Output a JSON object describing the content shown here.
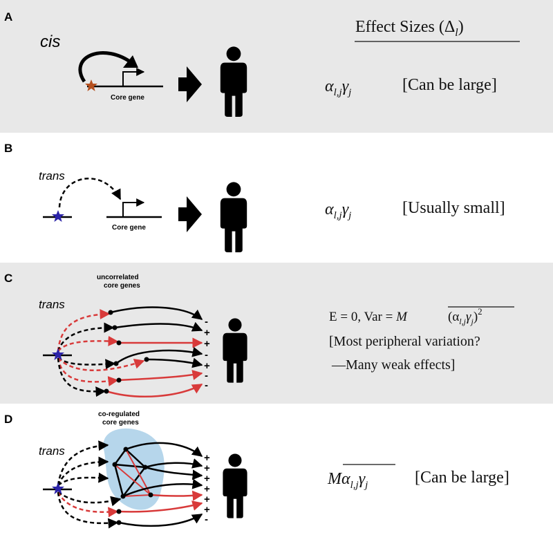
{
  "header": {
    "effect_sizes_title": "Effect Sizes (Δ",
    "effect_sizes_sub": "l",
    "effect_sizes_close": ")"
  },
  "panel_a": {
    "label": "A",
    "regulation_label": "cis",
    "gene_label": "Core gene",
    "effect_alpha": "α",
    "effect_alpha_sub": "l,j",
    "effect_gamma": "γ",
    "effect_gamma_sub": "j",
    "note": "[Can be large]"
  },
  "panel_b": {
    "label": "B",
    "regulation_label": "trans",
    "gene_label": "Core gene",
    "effect_alpha": "α",
    "effect_alpha_sub": "l,j",
    "effect_gamma": "γ",
    "effect_gamma_sub": "j",
    "note": "[Usually small]"
  },
  "panel_c": {
    "label": "C",
    "group_label_1": "uncorrelated",
    "group_label_2": "core genes",
    "regulation_label": "trans",
    "signs": [
      "-",
      "+",
      "+",
      "-",
      "+",
      "-",
      "-"
    ],
    "formula_left": "E = 0,  Var = ",
    "formula_M": "M",
    "formula_inner": "(α",
    "formula_inner_sub": "l,j",
    "formula_inner_gamma": "γ",
    "formula_inner_gamma_sub": "j",
    "formula_inner_close": ")",
    "formula_power": "2",
    "note_line_1": "[Most peripheral variation?",
    "note_line_2": "—Many weak effects]"
  },
  "panel_d": {
    "label": "D",
    "group_label_1": "co-regulated",
    "group_label_2": "core genes",
    "regulation_label": "trans",
    "signs": [
      "+",
      "+",
      "+",
      "+",
      "+",
      "+",
      "-"
    ],
    "formula_M": "M",
    "formula_alpha": "α",
    "formula_alpha_sub": "l,j",
    "formula_gamma": "γ",
    "formula_gamma_sub": "j",
    "note": "[Can be large]"
  },
  "colors": {
    "panel_bg": "#e8e8e8",
    "star_cis": "#b5501f",
    "star_trans": "#2b23a8",
    "red_path": "#d83a3a",
    "blob": "#a9cfe8"
  }
}
